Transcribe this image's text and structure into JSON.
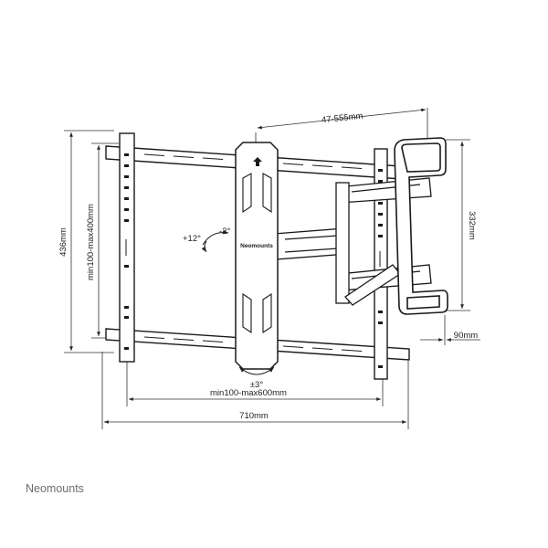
{
  "dimensions": {
    "arm_extension": "47-555mm",
    "overall_height": "436mm",
    "vertical_pattern": "min100-max400mm",
    "arm_bracket_height": "332mm",
    "depth": "90mm",
    "horizontal_pattern": "min100-max600mm",
    "overall_width": "710mm"
  },
  "angles": {
    "tilt_up": "+12°",
    "tilt_down": "-2°",
    "rotation": "±3°"
  },
  "center_plate_logo": "Neomounts",
  "footer_brand": "Neomounts",
  "colors": {
    "line": "#1a1a1a",
    "footer_text": "#6d6d6d"
  }
}
